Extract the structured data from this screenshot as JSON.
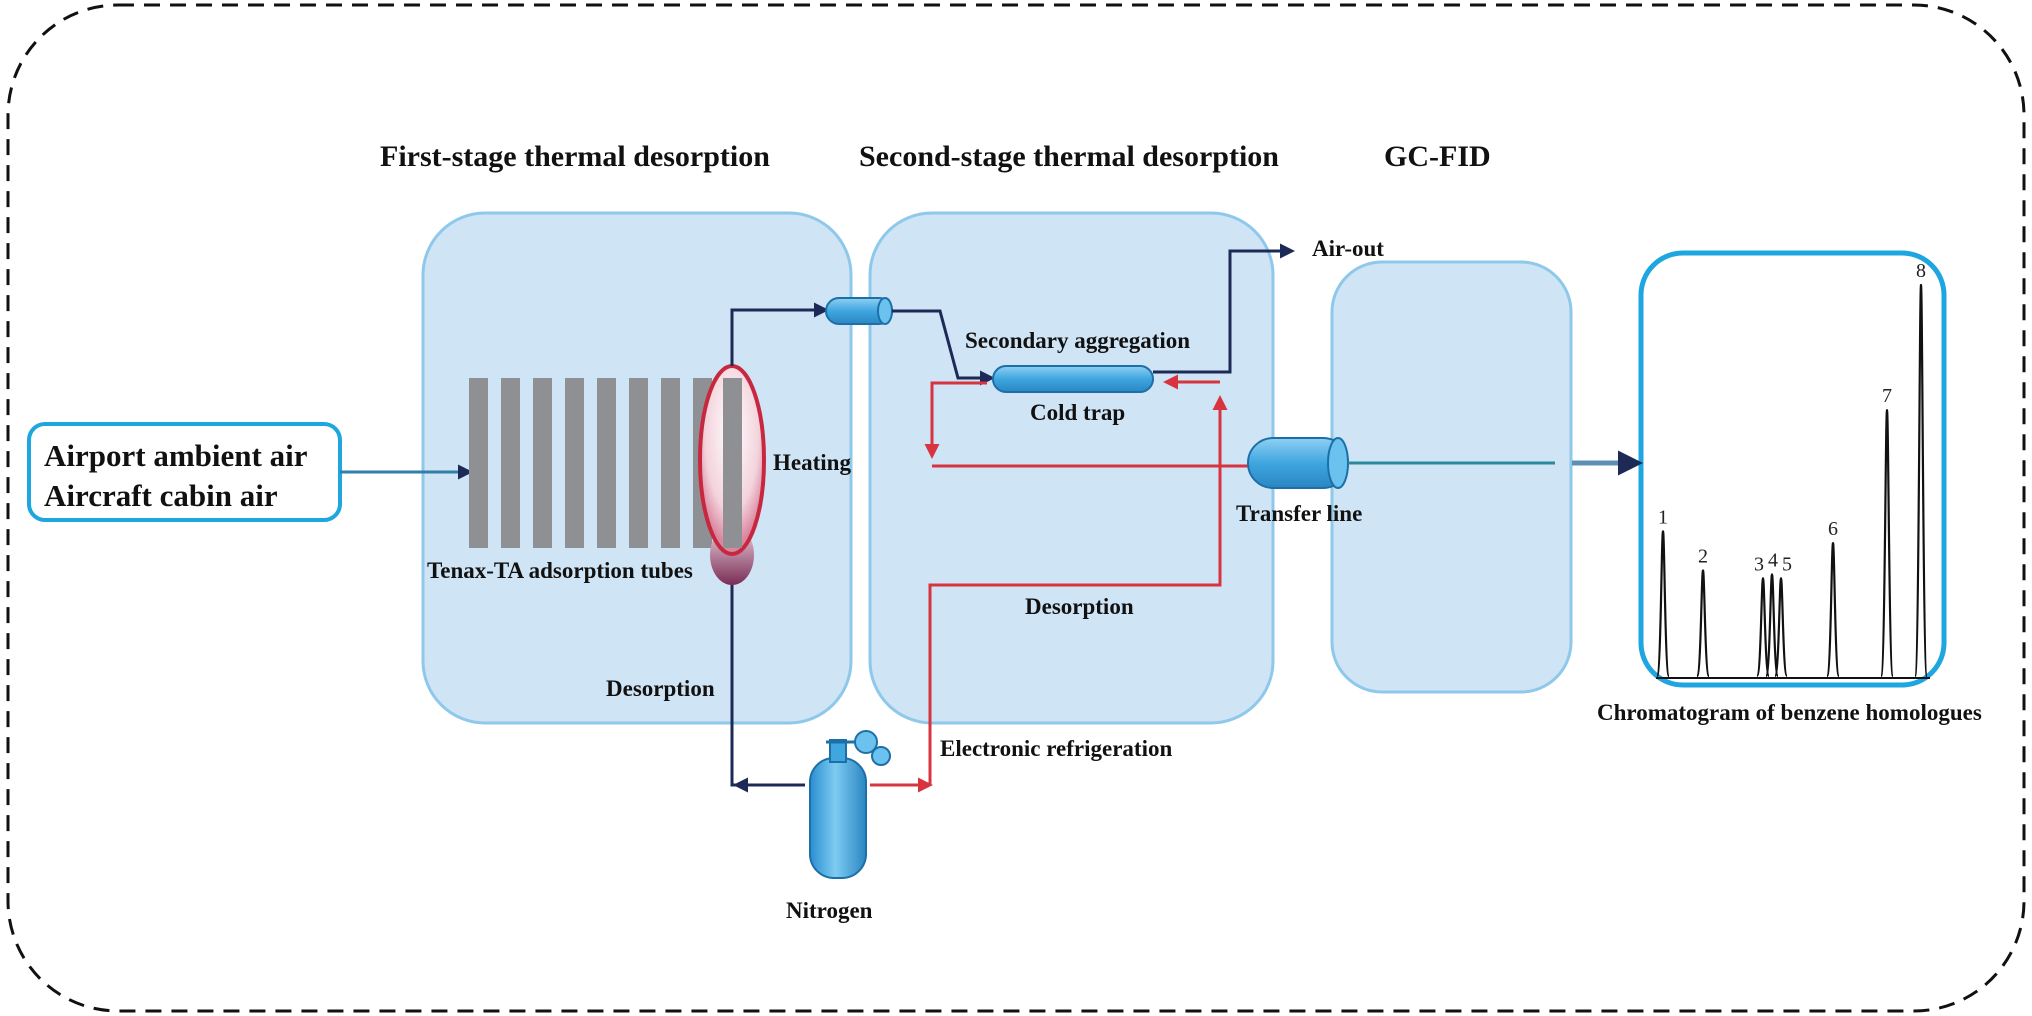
{
  "stage_titles": {
    "first": "First-stage thermal desorption",
    "second": "Second-stage thermal desorption",
    "gc": "GC-FID"
  },
  "inputs": {
    "line1": "Airport ambient air",
    "line2": "Aircraft cabin air"
  },
  "labels": {
    "heating": "Heating",
    "tenax": "Tenax-TA adsorption tubes",
    "desorption_left": "Desorption",
    "nitrogen": "Nitrogen",
    "secondary_aggregation": "Secondary aggregation",
    "cold_trap": "Cold trap",
    "air_out": "Air-out",
    "transfer_line": "Transfer line",
    "desorption_mid": "Desorption",
    "electronic_refrigeration": "Electronic refrigeration",
    "chromatogram": "Chromatogram of benzene homologues"
  },
  "chromatogram": {
    "peaks": [
      {
        "label": "1",
        "height": 0.37
      },
      {
        "label": "2",
        "height": 0.27
      },
      {
        "label": "3",
        "height": 0.25
      },
      {
        "label": "4",
        "height": 0.26
      },
      {
        "label": "5",
        "height": 0.25
      },
      {
        "label": "6",
        "height": 0.34
      },
      {
        "label": "7",
        "height": 0.68
      },
      {
        "label": "8",
        "height": 1.0
      }
    ]
  },
  "colors": {
    "panel_fill": "#cfe4f5",
    "panel_stroke": "#8ec8ea",
    "input_border": "#1ea6e0",
    "dark_line": "#1d2a57",
    "red_line": "#d8343f",
    "teal_arrow": "#2f7fa8",
    "tube_gray": "#8e9093"
  }
}
